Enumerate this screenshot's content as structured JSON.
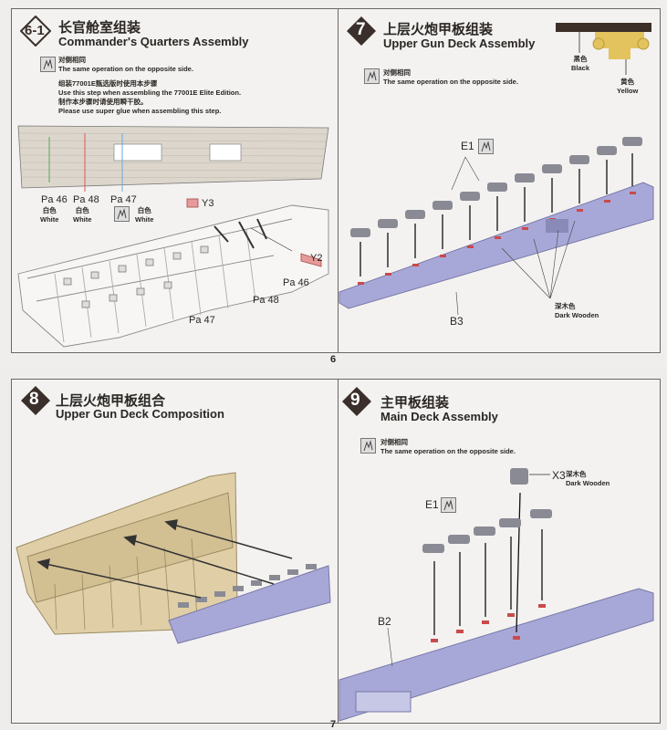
{
  "pages": [
    {
      "number": "6"
    },
    {
      "number": "7"
    }
  ],
  "opposite_side": {
    "cn": "对侧相同",
    "en": "The same operation on the opposite side."
  },
  "steps": {
    "s6_1": {
      "badge": "6-1",
      "title_cn": "长官舱室组装",
      "title_en": "Commander's Quarters Assembly",
      "note1_cn": "组装77001E甄选版时使用本步骤",
      "note1_en": "Use this step when assembling the 77001E Elite Edition.",
      "note2_cn": "制作本步骤时请使用瞬干胶。",
      "note2_en": "Please use super glue when assembling this step.",
      "parts": [
        {
          "id": "Pa 46",
          "cn": "白色",
          "en": "White"
        },
        {
          "id": "Pa 48",
          "cn": "白色",
          "en": "White"
        },
        {
          "id": "Pa 47",
          "cn": "白色",
          "en": "White"
        }
      ],
      "callouts": [
        "Y3",
        "Y2",
        "Pa 46",
        "Pa 48",
        "Pa 47"
      ]
    },
    "s7": {
      "badge": "7",
      "title_cn": "上层火炮甲板组装",
      "title_en": "Upper Gun Deck Assembly",
      "black_cn": "黑色",
      "black_en": "Black",
      "yellow_cn": "黄色",
      "yellow_en": "Yellow",
      "part_e": "E1",
      "part_b": "B3",
      "wood_cn": "深木色",
      "wood_en": "Dark Wooden"
    },
    "s8": {
      "badge": "8",
      "title_cn": "上层火炮甲板组合",
      "title_en": "Upper Gun Deck Composition"
    },
    "s9": {
      "badge": "9",
      "title_cn": "主甲板组装",
      "title_en": "Main Deck Assembly",
      "part_x": "X3",
      "wood_cn": "深木色",
      "wood_en": "Dark Wooden",
      "part_e": "E1",
      "part_b": "B2"
    }
  },
  "colors": {
    "badge": "#3a2f2a",
    "deck": "#a8a8d8",
    "hull": "#e0cfa6",
    "cannon": "#8a8a95",
    "cannon_black": "#3b2f28",
    "carriage_yellow": "#e3c35e",
    "accent_red": "#e88c8c"
  }
}
